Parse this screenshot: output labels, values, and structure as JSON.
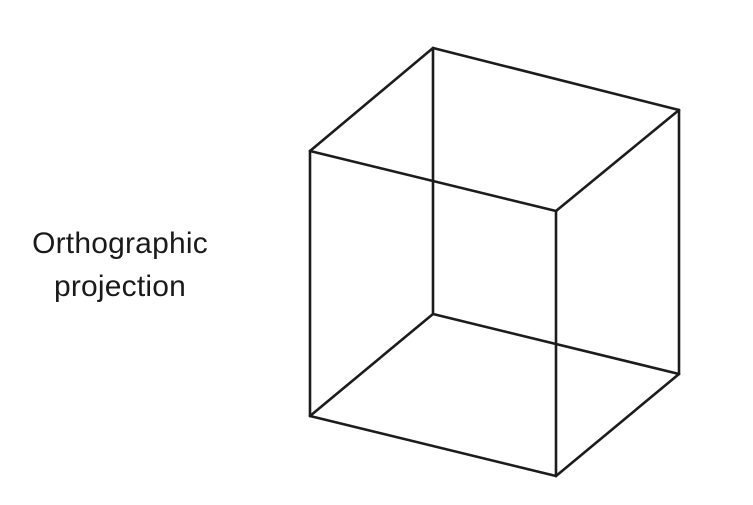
{
  "caption": {
    "line1": "Orthographic",
    "line2": "projection"
  },
  "figure": {
    "subject": "wireframe cube",
    "edge_color": "#1c1c1c",
    "background_color": "#ffffff"
  }
}
